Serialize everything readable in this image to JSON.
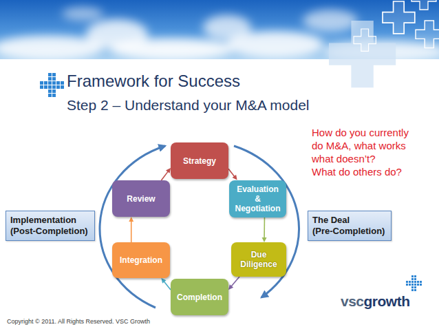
{
  "diagram": {
    "title": "Framework for Success",
    "nodes": [
      {
        "text": [
          "Strategy"
        ]
      },
      {
        "text": [
          "Evaluation & Negotiation"
        ]
      },
      {
        "text": [
          "Due Diligence"
        ]
      },
      {
        "text": [
          "Completion"
        ]
      },
      {
        "text": [
          "Integration"
        ]
      },
      {
        "text": [
          "Review"
        ]
      },
      {
        "text": [
          "Implementation",
          "(Post-Completion)"
        ]
      },
      {
        "text": [
          "The Deal",
          "(Pre-Completion)"
        ]
      }
    ],
    "edges": [
      {
        "from": 0,
        "to": 1,
        "arrow": "to"
      },
      {
        "from": 1,
        "to": 2,
        "arrow": "to"
      },
      {
        "from": 2,
        "to": 3,
        "arrow": "to"
      },
      {
        "from": 3,
        "to": 4,
        "arrow": "to"
      },
      {
        "from": 4,
        "to": 5,
        "arrow": "to"
      },
      {
        "from": 5,
        "to": 0,
        "arrow": "to"
      }
    ],
    "labels": [
      "Step 2 – Understand your M&A model",
      "How do you currently do M&A, what works what doesn’t?",
      "What do others do?",
      "vsc",
      "growth",
      "Copyright © 2011. All Rights Reserved. VSC Growth"
    ]
  }
}
